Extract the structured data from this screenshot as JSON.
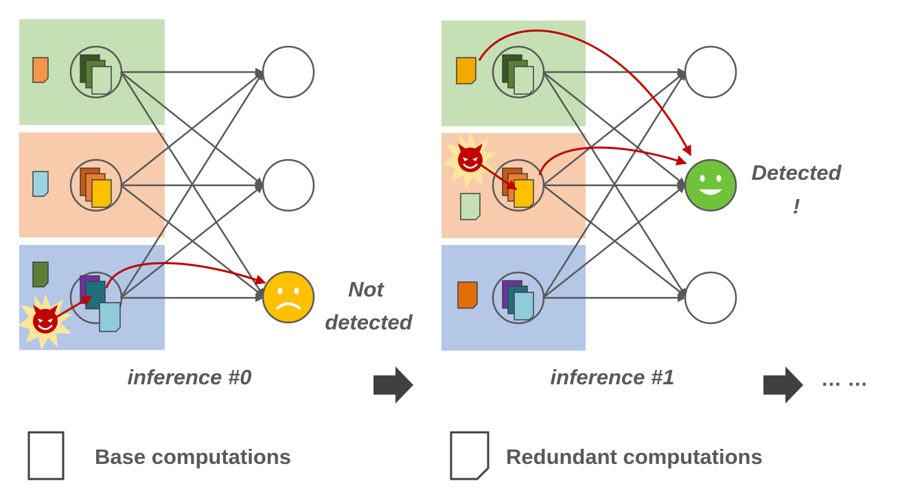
{
  "panels": [
    {
      "caption": "inference #0",
      "result_text": [
        "Not",
        "detected"
      ],
      "result_icon": "sad-face-icon",
      "result_color": "#FFC000"
    },
    {
      "caption": "inference #1",
      "result_text": [
        "Detected",
        "!"
      ],
      "result_icon": "happy-face-icon",
      "result_color": "#70C23A"
    }
  ],
  "ellipsis": "… …",
  "legend": {
    "base_label": "Base computations",
    "redundant_label": "Redundant computations"
  },
  "colors": {
    "group_green": "#C5E0B4",
    "group_orange": "#F8CBAD",
    "group_blue": "#B4C7E7",
    "attack_arrow": "#C00000",
    "edge": "#595959",
    "devil": "#C00000",
    "burst": "#FFE699"
  },
  "icons": [
    "devil-icon",
    "sad-face-icon",
    "happy-face-icon",
    "arrow-right-icon",
    "document-icon",
    "neuron-icon"
  ]
}
